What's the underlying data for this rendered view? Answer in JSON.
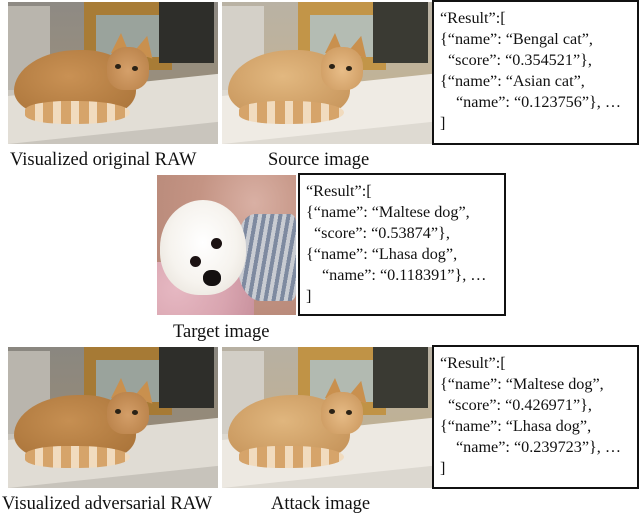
{
  "figure": {
    "rows": [
      {
        "images": [
          {
            "caption": "Visualized original RAW",
            "subject": "cat",
            "variant": "raw"
          },
          {
            "caption": "Source image",
            "subject": "cat",
            "variant": "rgb"
          }
        ],
        "result": {
          "header": "“Result”:[",
          "lines": [
            "{“name”: “Bengal cat”,",
            "“score”: “0.354521”},",
            "{“name”: “Asian cat”,",
            "“name”: “0.123756”}, …"
          ],
          "footer": "]",
          "entries": [
            {
              "name": "Bengal cat",
              "score": "0.354521"
            },
            {
              "name": "Asian cat",
              "score": "0.123756"
            }
          ]
        }
      },
      {
        "images": [
          {
            "caption": "Target image",
            "subject": "dog",
            "variant": "rgb"
          }
        ],
        "result": {
          "header": "“Result”:[",
          "lines": [
            "{“name”: “Maltese dog”,",
            "“score”: “0.53874”},",
            "{“name”: “Lhasa dog”,",
            "“name”: “0.118391”}, …"
          ],
          "footer": "]",
          "entries": [
            {
              "name": "Maltese dog",
              "score": "0.53874"
            },
            {
              "name": "Lhasa dog",
              "score": "0.118391"
            }
          ]
        }
      },
      {
        "images": [
          {
            "caption": "Visualized adversarial RAW",
            "subject": "cat",
            "variant": "raw"
          },
          {
            "caption": "Attack image",
            "subject": "cat",
            "variant": "rgb"
          }
        ],
        "result": {
          "header": "“Result”:[",
          "lines": [
            "{“name”: “Maltese dog”,",
            "“score”: “0.426971”},",
            "{“name”: “Lhasa dog”,",
            "“name”: “0.239723”}, …"
          ],
          "footer": "]",
          "entries": [
            {
              "name": "Maltese dog",
              "score": "0.426971"
            },
            {
              "name": "Lhasa dog",
              "score": "0.239723"
            }
          ]
        }
      }
    ]
  },
  "colors": {
    "raw_wall": "#8d8a82",
    "rgb_wall": "#b7ad9c",
    "raw_cat": "#c08a4c",
    "rgb_cat": "#d6a467",
    "box_border": "#111111"
  }
}
